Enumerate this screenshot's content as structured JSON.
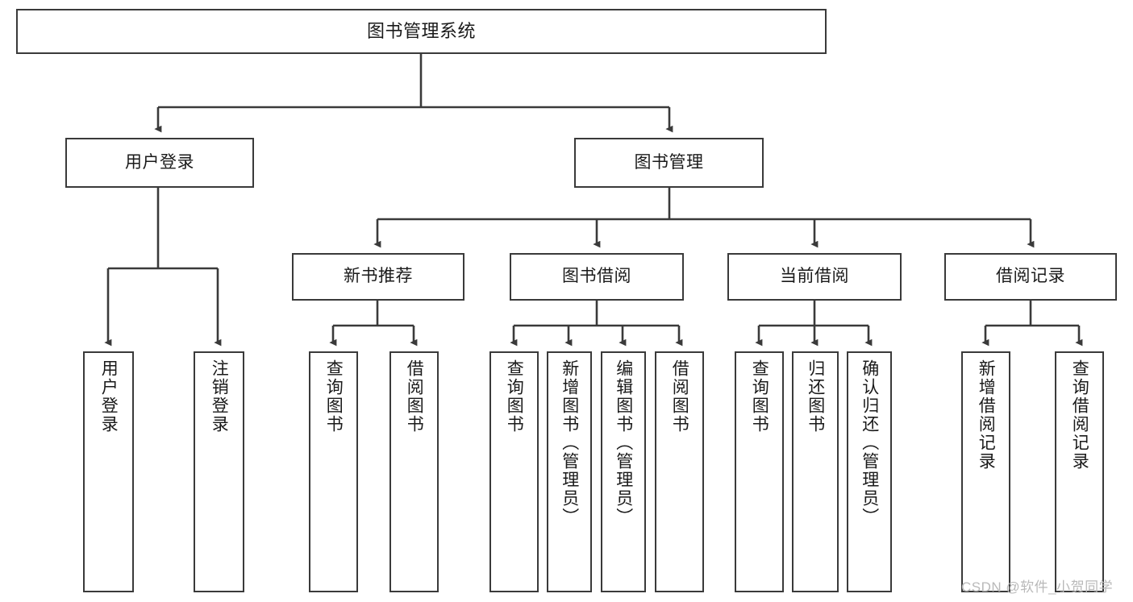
{
  "diagram": {
    "title": "图书管理系统",
    "type": "tree-hierarchy-chart",
    "edge_color": "#3a3a3a",
    "box_border_color": "#3a3a3a",
    "box_fill_color": "#ffffff",
    "text_color": "#1a1a1a",
    "watermark": "CSDN @软件_小贺同学"
  },
  "nodes": {
    "root": {
      "label": "图书管理系统"
    },
    "level2": [
      {
        "label": "用户登录"
      },
      {
        "label": "图书管理"
      }
    ],
    "level3": [
      {
        "label": "新书推荐"
      },
      {
        "label": "图书借阅"
      },
      {
        "label": "当前借阅"
      },
      {
        "label": "借阅记录"
      }
    ],
    "leaves": {
      "user_login": [
        {
          "label": "用户登录"
        },
        {
          "label": "注销登录"
        }
      ],
      "new_book_recommend": [
        {
          "label": "查询图书"
        },
        {
          "label": "借阅图书"
        }
      ],
      "book_borrow": [
        {
          "label": "查询图书"
        },
        {
          "label": "新增图书（管理员）"
        },
        {
          "label": "编辑图书（管理员）"
        },
        {
          "label": "借阅图书"
        }
      ],
      "current_borrow": [
        {
          "label": "查询图书"
        },
        {
          "label": "归还图书"
        },
        {
          "label": "确认归还（管理员）"
        }
      ],
      "borrow_record": [
        {
          "label": "新增借阅记录"
        },
        {
          "label": "查询借阅记录"
        }
      ]
    }
  }
}
